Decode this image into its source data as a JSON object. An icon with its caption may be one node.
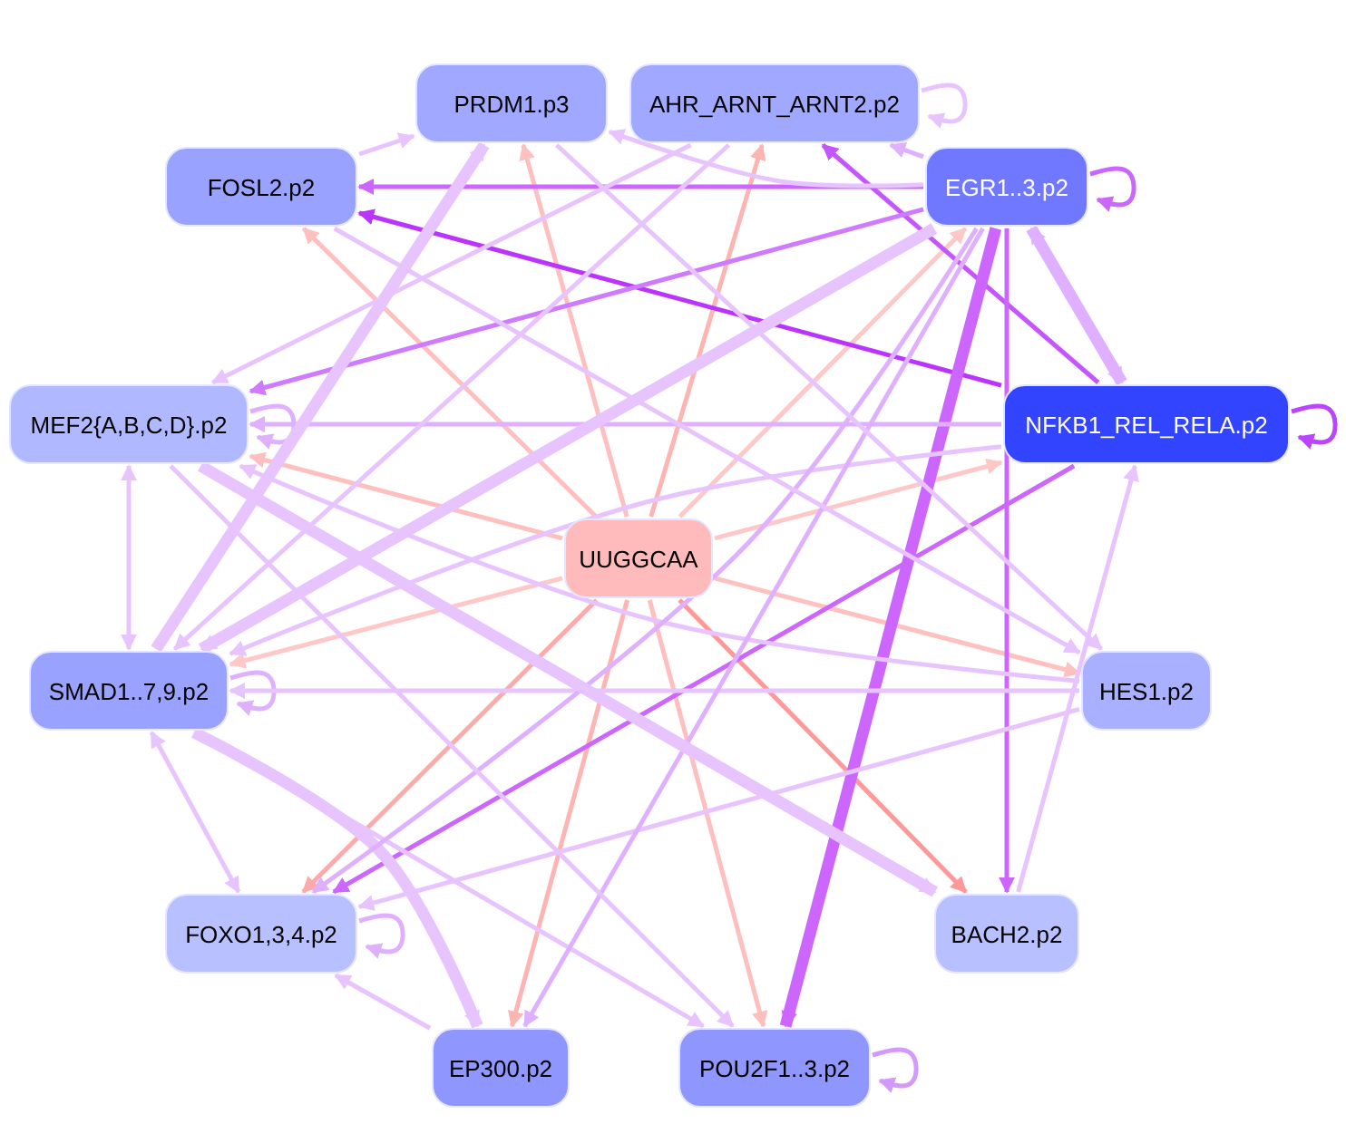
{
  "diagram": {
    "nodes": [
      {
        "text": [
          "PRDM1.p3"
        ]
      },
      {
        "text": [
          "AHR_ARNT_ARNT2.p2"
        ]
      },
      {
        "text": [
          "FOSL2.p2"
        ]
      },
      {
        "text": [
          "EGR1..3.p2"
        ]
      },
      {
        "text": [
          "MEF2{A,B,C,D}.p2"
        ]
      },
      {
        "text": [
          "NFKB1_REL_RELA.p2"
        ]
      },
      {
        "text": [
          "UUGGCAA"
        ]
      },
      {
        "text": [
          "SMAD1..7,9.p2"
        ]
      },
      {
        "text": [
          "HES1.p2"
        ]
      },
      {
        "text": [
          "FOXO1,3,4.p2"
        ]
      },
      {
        "text": [
          "BACH2.p2"
        ]
      },
      {
        "text": [
          "EP300.p2"
        ]
      },
      {
        "text": [
          "POU2F1..3.p2"
        ]
      }
    ],
    "edges": [
      {
        "from": 6,
        "to": 0,
        "arrow": "to",
        "color": "#ffbfbf"
      },
      {
        "from": 6,
        "to": 1,
        "arrow": "to",
        "color": "#ffb4b4"
      },
      {
        "from": 6,
        "to": 2,
        "arrow": "to",
        "color": "#ffbfbf"
      },
      {
        "from": 6,
        "to": 3,
        "arrow": "to",
        "color": "#ffc8c8"
      },
      {
        "from": 6,
        "to": 4,
        "arrow": "to",
        "color": "#ffbfbf"
      },
      {
        "from": 6,
        "to": 5,
        "arrow": "to",
        "color": "#ffc8c8"
      },
      {
        "from": 6,
        "to": 7,
        "arrow": "to",
        "color": "#ffc8c8"
      },
      {
        "from": 6,
        "to": 8,
        "arrow": "to",
        "color": "#ffc0c0"
      },
      {
        "from": 6,
        "to": 9,
        "arrow": "to",
        "color": "#ffaaaa"
      },
      {
        "from": 6,
        "to": 10,
        "arrow": "to",
        "color": "#ff9999"
      },
      {
        "from": 6,
        "to": 11,
        "arrow": "to",
        "color": "#ffb4b4"
      },
      {
        "from": 6,
        "to": 12,
        "arrow": "to",
        "color": "#ffbfbf"
      },
      {
        "from": 1,
        "to": 1,
        "arrow": "to"
      },
      {
        "from": 3,
        "to": 3,
        "arrow": "to",
        "color": "#cc66ff"
      },
      {
        "from": 5,
        "to": 5,
        "arrow": "to",
        "color": "#bb44ff"
      },
      {
        "from": 4,
        "to": 4,
        "arrow": "to",
        "color": "#dfb0ff"
      },
      {
        "from": 7,
        "to": 7,
        "arrow": "to",
        "color": "#dfb0ff"
      },
      {
        "from": 9,
        "to": 9,
        "arrow": "to",
        "color": "#dfb0ff"
      },
      {
        "from": 12,
        "to": 12,
        "arrow": "to",
        "color": "#d499ff"
      },
      {
        "from": 3,
        "to": 2,
        "arrow": "to",
        "color": "#cc66ff"
      },
      {
        "from": 5,
        "to": 2,
        "arrow": "to",
        "color": "#bb33ff"
      },
      {
        "from": 5,
        "to": 1,
        "arrow": "to",
        "color": "#c455ff"
      },
      {
        "from": 3,
        "to": 1,
        "arrow": "to",
        "color": "#dfb0ff"
      },
      {
        "from": 3,
        "to": 0,
        "arrow": "to"
      },
      {
        "from": 3,
        "to": 4,
        "arrow": "to",
        "color": "#d07aff"
      },
      {
        "from": 3,
        "to": 5,
        "arrow": "both",
        "style": "thick",
        "color": "#dfb0ff"
      },
      {
        "from": 3,
        "to": 10,
        "arrow": "to",
        "color": "#cc66ff"
      },
      {
        "from": 3,
        "to": 12,
        "arrow": "to",
        "style": "thick",
        "color": "#cc66ff"
      },
      {
        "from": 5,
        "to": 9,
        "arrow": "to",
        "color": "#cc66ff"
      },
      {
        "from": 5,
        "to": 4,
        "arrow": "to",
        "color": "#dfb0ff"
      },
      {
        "from": 5,
        "to": 7,
        "arrow": "to"
      },
      {
        "from": 8,
        "to": 7,
        "arrow": "to"
      },
      {
        "from": 8,
        "to": 9,
        "arrow": "to"
      },
      {
        "from": 8,
        "to": 4,
        "arrow": "to"
      },
      {
        "from": 10,
        "to": 5,
        "arrow": "to"
      },
      {
        "from": 2,
        "to": 0,
        "arrow": "to"
      },
      {
        "from": 1,
        "to": 4,
        "arrow": "to"
      },
      {
        "from": 1,
        "to": 7,
        "arrow": "to"
      },
      {
        "from": 7,
        "to": 0,
        "arrow": "to",
        "style": "thick"
      },
      {
        "from": 4,
        "to": 7,
        "arrow": "both"
      },
      {
        "from": 7,
        "to": 9,
        "arrow": "both"
      },
      {
        "from": 7,
        "to": 11,
        "arrow": "to",
        "style": "thick"
      },
      {
        "from": 7,
        "to": 12,
        "arrow": "to"
      },
      {
        "from": 11,
        "to": 9,
        "arrow": "to"
      },
      {
        "from": 3,
        "to": 7,
        "arrow": "to",
        "style": "thick"
      },
      {
        "from": 3,
        "to": 9,
        "arrow": "to",
        "color": "#dfb0ff"
      },
      {
        "from": 3,
        "to": 11,
        "arrow": "to",
        "color": "#dfb0ff"
      },
      {
        "from": 4,
        "to": 10,
        "arrow": "to",
        "style": "thick"
      },
      {
        "from": 4,
        "to": 12,
        "arrow": "to"
      },
      {
        "from": 0,
        "to": 8,
        "arrow": "to"
      },
      {
        "from": 2,
        "to": 8,
        "arrow": "to"
      }
    ]
  }
}
